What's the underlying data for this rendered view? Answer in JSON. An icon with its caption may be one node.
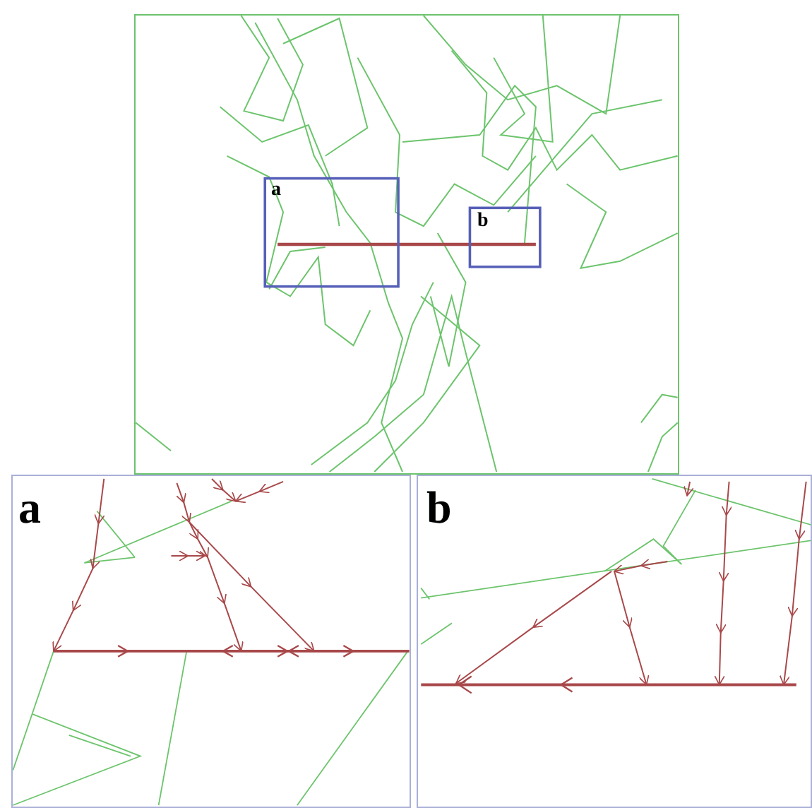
{
  "diagram": {
    "labels": [
      "a",
      "b",
      "a",
      "b"
    ]
  }
}
